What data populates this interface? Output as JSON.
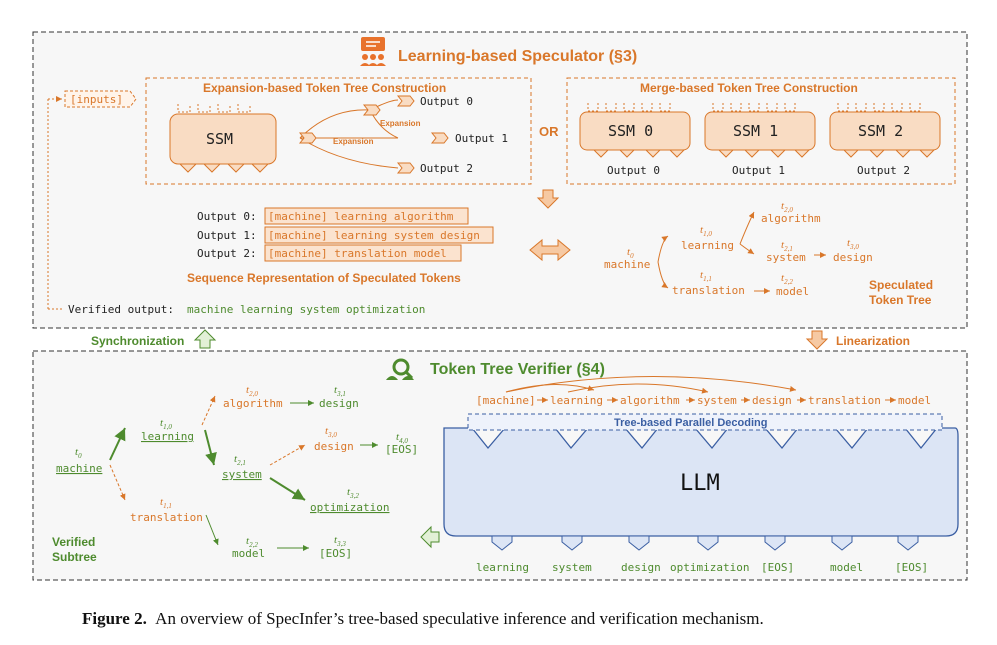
{
  "speculator": {
    "title": "Learning-based Speculator (§3)",
    "inputs_label": "[inputs]",
    "expansion": {
      "title": "Expansion-based Token Tree Construction",
      "ssm_label": "SSM",
      "edge_label_1": "Expansion",
      "edge_label_2": "Expansion",
      "outputs": [
        "Output 0",
        "Output 1",
        "Output 2"
      ]
    },
    "or_label": "OR",
    "merge": {
      "title": "Merge-based Token Tree Construction",
      "ssms": [
        "SSM 0",
        "SSM 1",
        "SSM 2"
      ],
      "outputs": [
        "Output 0",
        "Output 1",
        "Output 2"
      ]
    },
    "sequences": [
      {
        "label": "Output 0:",
        "text": "[machine] learning algorithm"
      },
      {
        "label": "Output 1:",
        "text": "[machine] learning system design"
      },
      {
        "label": "Output 2:",
        "text": "[machine] translation model"
      }
    ],
    "sequence_title": "Sequence Representation of Speculated Tokens",
    "verified_output_label": "Verified output:",
    "verified_output_text": "machine learning system optimization",
    "speculated_tree": {
      "title_line1": "Speculated",
      "title_line2": "Token Tree",
      "nodes": {
        "t0": {
          "sub": "0",
          "word": "machine"
        },
        "t10": {
          "sub": "1,0",
          "word": "learning"
        },
        "t11": {
          "sub": "1,1",
          "word": "translation"
        },
        "t20": {
          "sub": "2,0",
          "word": "algorithm"
        },
        "t21": {
          "sub": "2,1",
          "word": "system"
        },
        "t22": {
          "sub": "2,2",
          "word": "model"
        },
        "t30": {
          "sub": "3,0",
          "word": "design"
        }
      }
    }
  },
  "sync_label": "Synchronization",
  "linearization_label": "Linearization",
  "verifier": {
    "title": "Token Tree Verifier (§4)",
    "sequence": [
      "[machine]",
      "learning",
      "algorithm",
      "system",
      "design",
      "translation",
      "model"
    ],
    "parallel_label": "Tree-based Parallel Decoding",
    "llm_label": "LLM",
    "llm_outputs": [
      "learning",
      "system",
      "design",
      "optimization",
      "[EOS]",
      "model",
      "[EOS]"
    ],
    "subtree_label_line1": "Verified",
    "subtree_label_line2": "Subtree",
    "tree": {
      "t0": {
        "sub": "0",
        "word": "machine"
      },
      "t10": {
        "sub": "1,0",
        "word": "learning"
      },
      "t11": {
        "sub": "1,1",
        "word": "translation"
      },
      "t20": {
        "sub": "2,0",
        "word": "algorithm"
      },
      "t21": {
        "sub": "2,1",
        "word": "system"
      },
      "t22": {
        "sub": "2,2",
        "word": "model"
      },
      "t30": {
        "sub": "3,0",
        "word": "design"
      },
      "t31": {
        "sub": "3,1",
        "word": "design"
      },
      "t32": {
        "sub": "3,2",
        "word": "optimization"
      },
      "t33": {
        "sub": "3,3",
        "word": "[EOS]"
      },
      "t40": {
        "sub": "4,0",
        "word": "[EOS]"
      }
    }
  },
  "caption": {
    "label": "Figure 2.",
    "text": "An overview of SpecInfer’s tree-based speculative inference and verification mechanism."
  },
  "colors": {
    "orange": "#d9772a",
    "orange_fill": "#f9dcc3",
    "green": "#4e8b2e",
    "blue": "#3b5fa3",
    "llm_fill": "#dce5f5"
  }
}
